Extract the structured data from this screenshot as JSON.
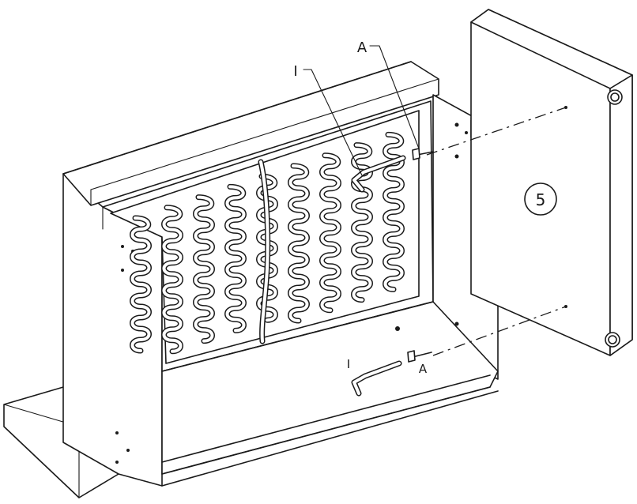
{
  "callouts": {
    "screw_label_top": "A",
    "screw_label_bottom": "A",
    "wrench_label_top": "I",
    "wrench_label_bottom": "I",
    "component_number": "5"
  }
}
